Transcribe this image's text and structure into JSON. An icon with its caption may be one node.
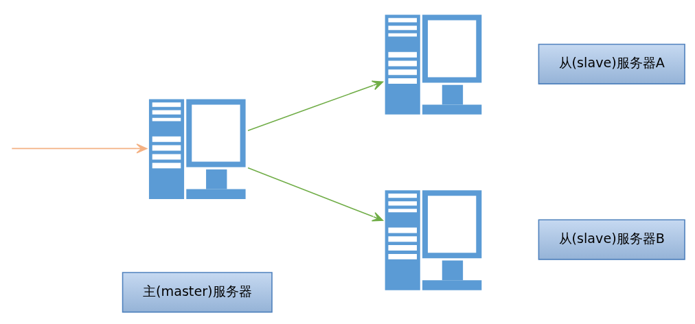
{
  "diagram": {
    "nodes": [
      {
        "text": [],
        "shape": "picture"
      },
      {
        "text": [
          "主(master)服务器"
        ]
      },
      {
        "text": [],
        "shape": "picture"
      },
      {
        "text": [
          "从(slave)服务器A"
        ]
      },
      {
        "text": [],
        "shape": "picture"
      },
      {
        "text": [
          "从(slave)服务器B"
        ]
      }
    ],
    "edges": [
      {
        "from": null,
        "to": 0,
        "arrow": "to",
        "color": "#f4b183"
      },
      {
        "from": 0,
        "to": 2,
        "arrow": "to"
      },
      {
        "from": 0,
        "to": 4,
        "arrow": "to"
      }
    ]
  }
}
